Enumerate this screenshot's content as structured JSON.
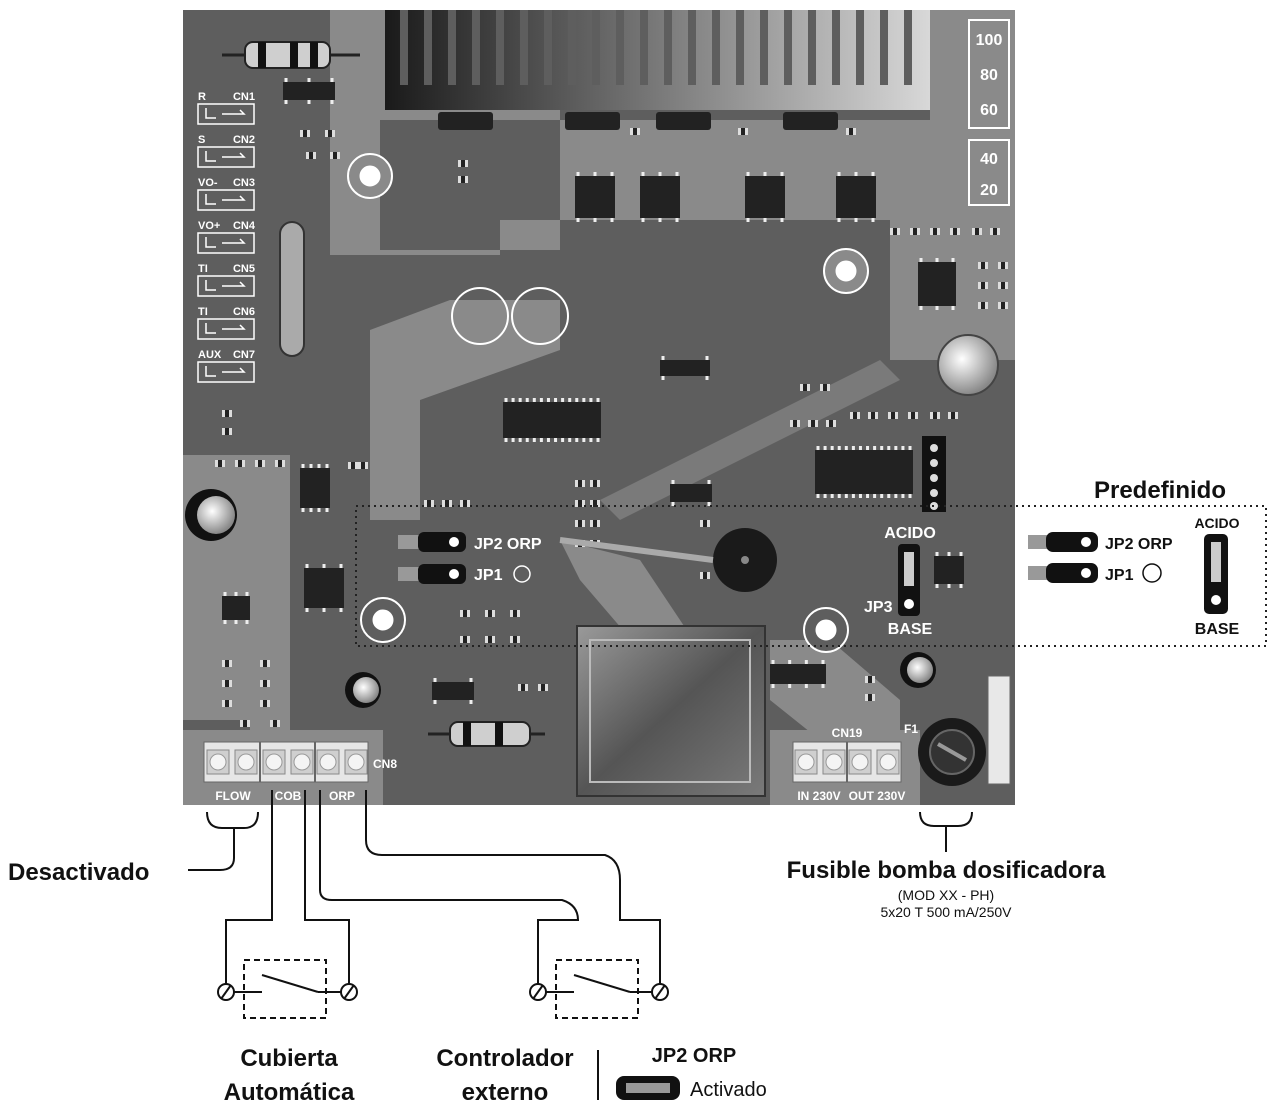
{
  "board": {
    "connectors": [
      {
        "signal": "R",
        "id": "CN1"
      },
      {
        "signal": "S",
        "id": "CN2"
      },
      {
        "signal": "VO-",
        "id": "CN3"
      },
      {
        "signal": "VO+",
        "id": "CN4"
      },
      {
        "signal": "TI",
        "id": "CN5"
      },
      {
        "signal": "TI",
        "id": "CN6"
      },
      {
        "signal": "AUX",
        "id": "CN7"
      }
    ],
    "scale_top": [
      "100",
      "80",
      "60"
    ],
    "scale_bottom": [
      "40",
      "20"
    ],
    "jp2_label": "JP2 ORP",
    "jp1_label": "JP1",
    "jp3_label": "JP3",
    "acido": "ACIDO",
    "base": "BASE",
    "cn8": "CN8",
    "cn19": "CN19",
    "f1": "F1",
    "terminal_flow": "FLOW",
    "terminal_cob": "COB",
    "terminal_orp": "ORP",
    "terminal_in": "IN 230V",
    "terminal_out": "OUT 230V"
  },
  "predefinido": {
    "title": "Predefinido",
    "jp2_label": "JP2 ORP",
    "jp1_label": "JP1",
    "acido": "ACIDO",
    "base": "BASE"
  },
  "annotations": {
    "desactivado": "Desactivado",
    "fusible_title": "Fusible bomba dosificadora",
    "fusible_model": "(MOD XX - PH)",
    "fusible_spec": "5x20 T 500 mA/250V",
    "cubierta_line1": "Cubierta",
    "cubierta_line2": "Automática",
    "controlador_line1": "Controlador",
    "controlador_line2": "externo",
    "jp2_orp": "JP2 ORP",
    "activado": "Activado"
  }
}
